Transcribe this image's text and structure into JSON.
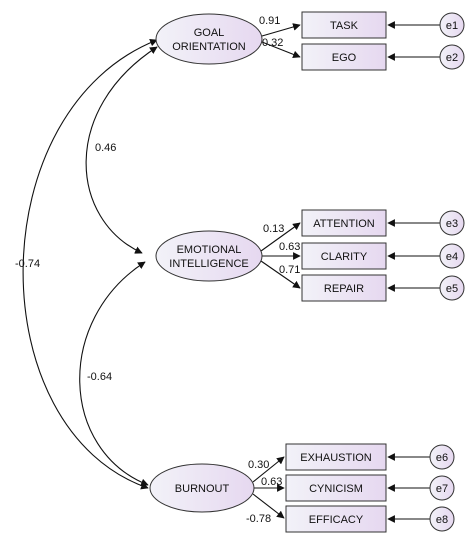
{
  "latents": {
    "goal": [
      "GOAL",
      "ORIENTATION"
    ],
    "ei": [
      "EMOTIONAL",
      "INTELLIGENCE"
    ],
    "burnout": [
      "BURNOUT"
    ]
  },
  "indicators": {
    "task": "TASK",
    "ego": "EGO",
    "attention": "ATTENTION",
    "clarity": "CLARITY",
    "repair": "REPAIR",
    "exhaustion": "EXHAUSTION",
    "cynicism": "CYNICISM",
    "efficacy": "EFFICACY"
  },
  "errors": {
    "e1": "e1",
    "e2": "e2",
    "e3": "e3",
    "e4": "e4",
    "e5": "e5",
    "e6": "e6",
    "e7": "e7",
    "e8": "e8"
  },
  "loadings": {
    "task": "0.91",
    "ego": "0.32",
    "attention": "0.13",
    "clarity": "0.63",
    "repair": "0.71",
    "exhaustion": "0.30",
    "cynicism": "0.63",
    "efficacy": "-0.78"
  },
  "correlations": {
    "goal_ei": "0.46",
    "ei_burnout": "-0.64",
    "goal_burnout": "-0.74"
  },
  "colors": {
    "node_fill": "#e8e2f2",
    "node_stroke": "#333333",
    "line": "#111111"
  }
}
